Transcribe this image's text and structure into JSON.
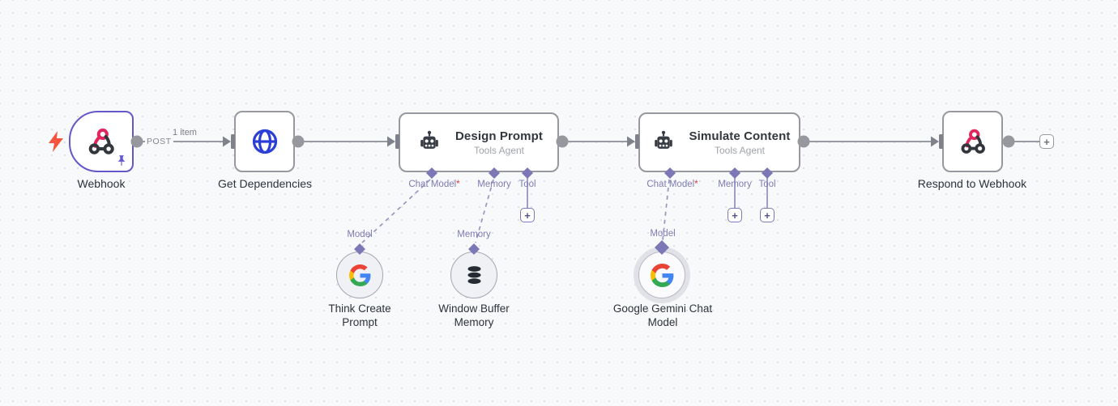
{
  "workflow": {
    "nodes": {
      "webhook": {
        "label": "Webhook"
      },
      "get_dependencies": {
        "label": "Get Dependencies"
      },
      "design_prompt": {
        "title": "Design Prompt",
        "subtitle": "Tools Agent",
        "ports": {
          "chat_model": "Chat Model",
          "chat_model_required": "*",
          "memory": "Memory",
          "tool": "Tool"
        }
      },
      "simulate_content": {
        "title": "Simulate Content",
        "subtitle": "Tools Agent",
        "ports": {
          "chat_model": "Chat Model",
          "chat_model_required": "*",
          "memory": "Memory",
          "tool": "Tool"
        }
      },
      "respond_to_webhook": {
        "label": "Respond to Webhook"
      },
      "think_create_prompt": {
        "label": "Think Create Prompt",
        "port_label": "Model"
      },
      "window_buffer_memory": {
        "label": "Window Buffer Memory",
        "port_label": "Memory"
      },
      "google_gemini_chat_model": {
        "label": "Google Gemini Chat Model",
        "port_label": "Model"
      }
    },
    "connections": {
      "webhook_method": "POST",
      "webhook_items": "1 item"
    },
    "add_button": "+"
  },
  "colors": {
    "canvas_bg": "#f8f9fb",
    "node_border": "#97999f",
    "trigger_selected_border": "#6457c8",
    "wire_gray": "#979aa0",
    "port_purple": "#7b78b5",
    "required_red": "#d43c3c",
    "webhook_pink": "#e0265c",
    "icon_dark": "#32373e",
    "globe_blue": "#2b3fd6",
    "bolt_orange": "#f6543e"
  }
}
